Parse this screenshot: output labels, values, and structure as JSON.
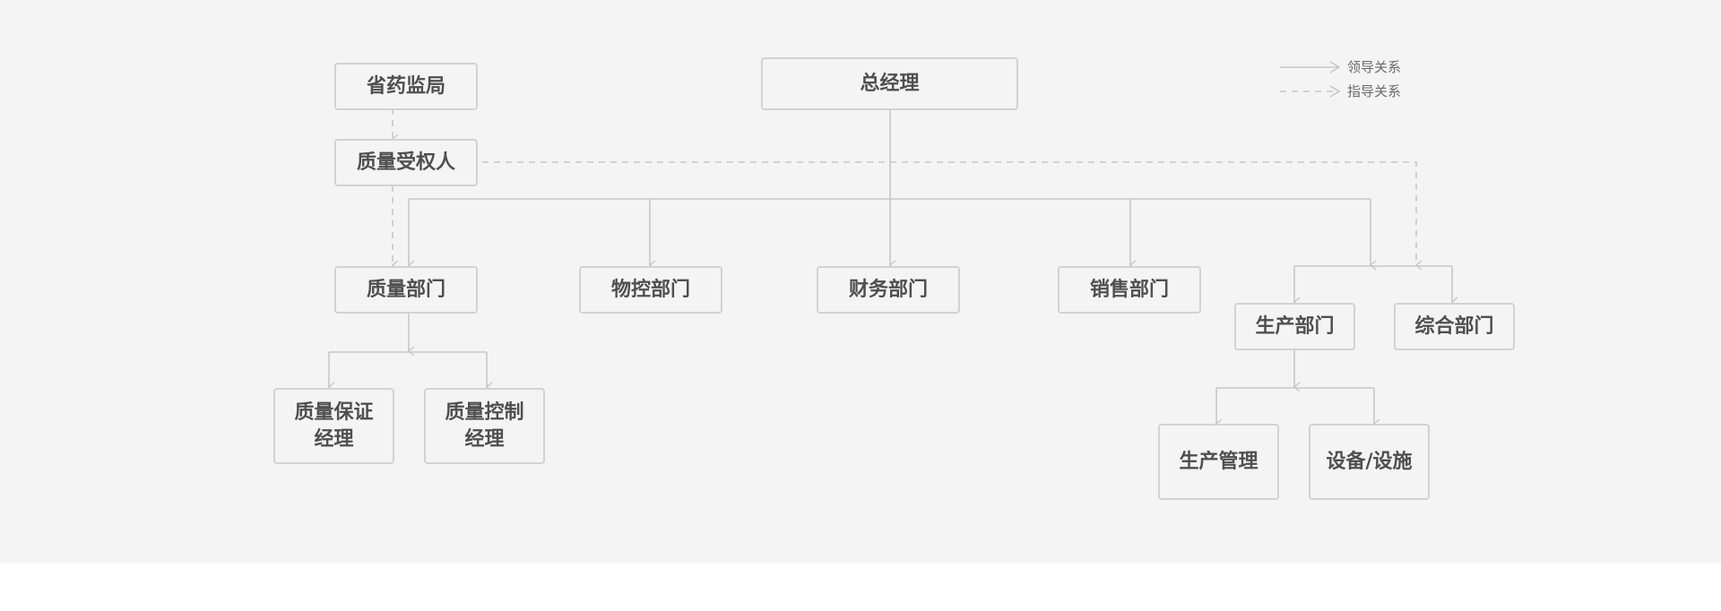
{
  "legend": {
    "solid_label": "领导关系",
    "dashed_label": "指导关系"
  },
  "nodes": {
    "drug_bureau": "省药监局",
    "general_manager": "总经理",
    "quality_authorized": "质量受权人",
    "quality_dept": "质量部门",
    "materials_dept": "物控部门",
    "finance_dept": "财务部门",
    "sales_dept": "销售部门",
    "production_dept": "生产部门",
    "general_affairs_dept": "综合部门",
    "qa_manager_line1": "质量保证",
    "qa_manager_line2": "经理",
    "qc_manager_line1": "质量控制",
    "qc_manager_line2": "经理",
    "production_mgmt": "生产管理",
    "equipment": "设备/设施"
  },
  "colors": {
    "background": "#f4f4f4",
    "line": "#c6c6c6",
    "box_border": "#d2d2d2",
    "text": "#4f4f4f"
  }
}
